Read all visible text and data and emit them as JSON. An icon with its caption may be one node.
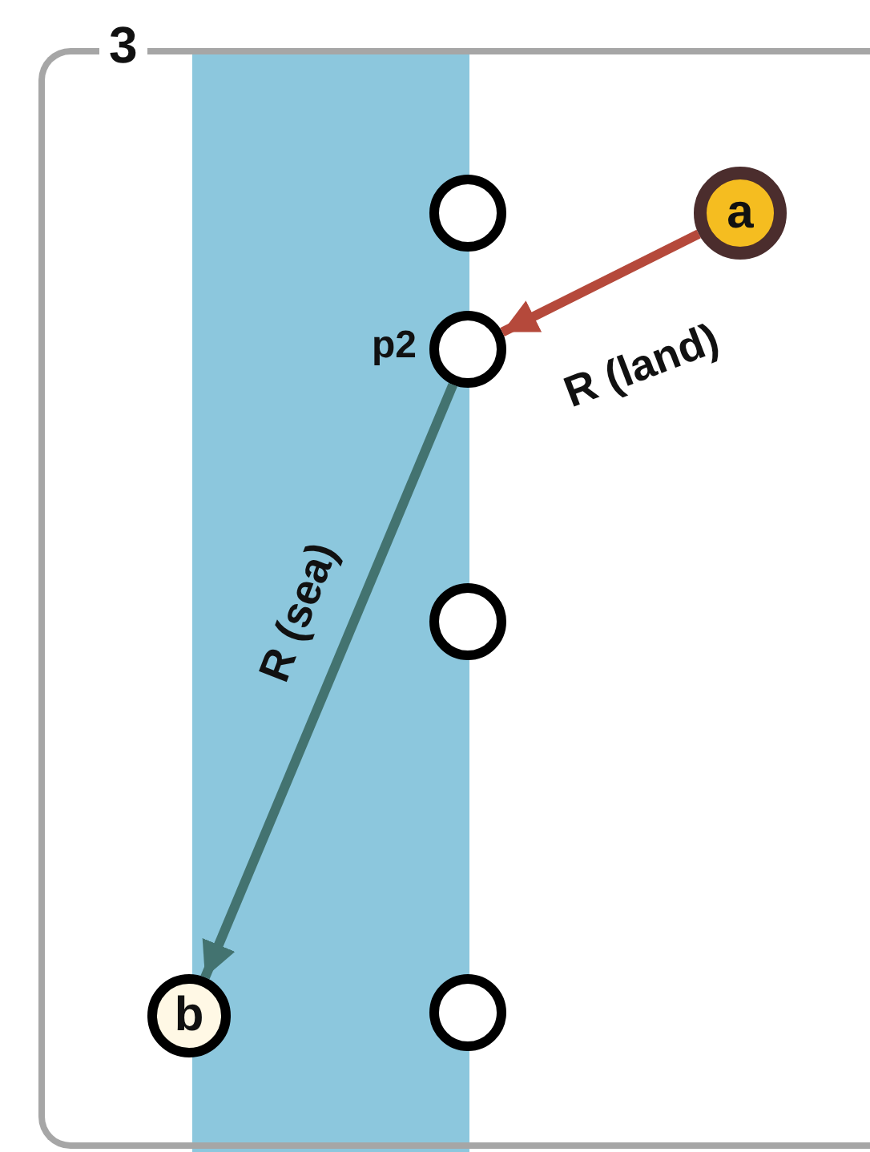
{
  "diagram": {
    "nodes": [
      {
        "text": [
          "3"
        ]
      },
      {
        "text": [],
        "shape": "circle",
        "in": 0
      },
      {
        "text": [
          "a"
        ],
        "in": 0
      },
      {
        "text": [],
        "shape": "circle",
        "in": 0,
        "beside": [
          "p2"
        ]
      },
      {
        "text": [],
        "shape": "circle",
        "in": 0
      },
      {
        "text": [
          "b"
        ],
        "in": 0
      },
      {
        "text": [],
        "shape": "circle",
        "in": 0
      }
    ],
    "edges": [
      {
        "from": 2,
        "to": 3,
        "arrow": "to",
        "label": "R (land)",
        "color": "#b5493b"
      },
      {
        "from": 3,
        "to": 5,
        "arrow": "to",
        "label": "R (sea)",
        "color": "#437370"
      }
    ]
  }
}
